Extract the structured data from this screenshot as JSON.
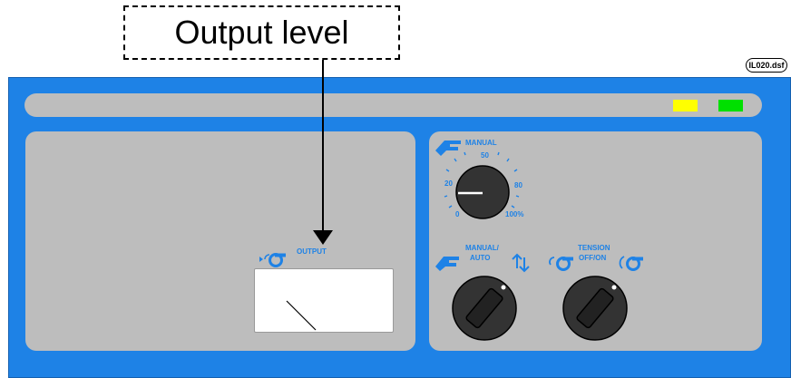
{
  "callout": {
    "text": "Output level"
  },
  "file_tag": "IL020.dsf",
  "lamps": {
    "yellow": "#ffff00",
    "green": "#00e000"
  },
  "colors": {
    "panel": "#1e82e6",
    "pane": "#bdbdbd",
    "knob": "#333333"
  },
  "output": {
    "label": "OUTPUT",
    "icon": "output-pump-icon"
  },
  "manual_dial": {
    "label": "MANUAL",
    "icon": "hand-icon",
    "scale_labels": [
      "0",
      "20",
      "50",
      "80",
      "100%"
    ]
  },
  "manual_auto": {
    "label_line1": "MANUAL/",
    "label_line2": "AUTO",
    "left_icon": "hand-icon",
    "right_icon": "auto-arrows-icon"
  },
  "tension": {
    "label_line1": "TENSION",
    "label_line2": "OFF/ON",
    "left_icon": "tension-off-icon",
    "right_icon": "tension-on-icon"
  }
}
